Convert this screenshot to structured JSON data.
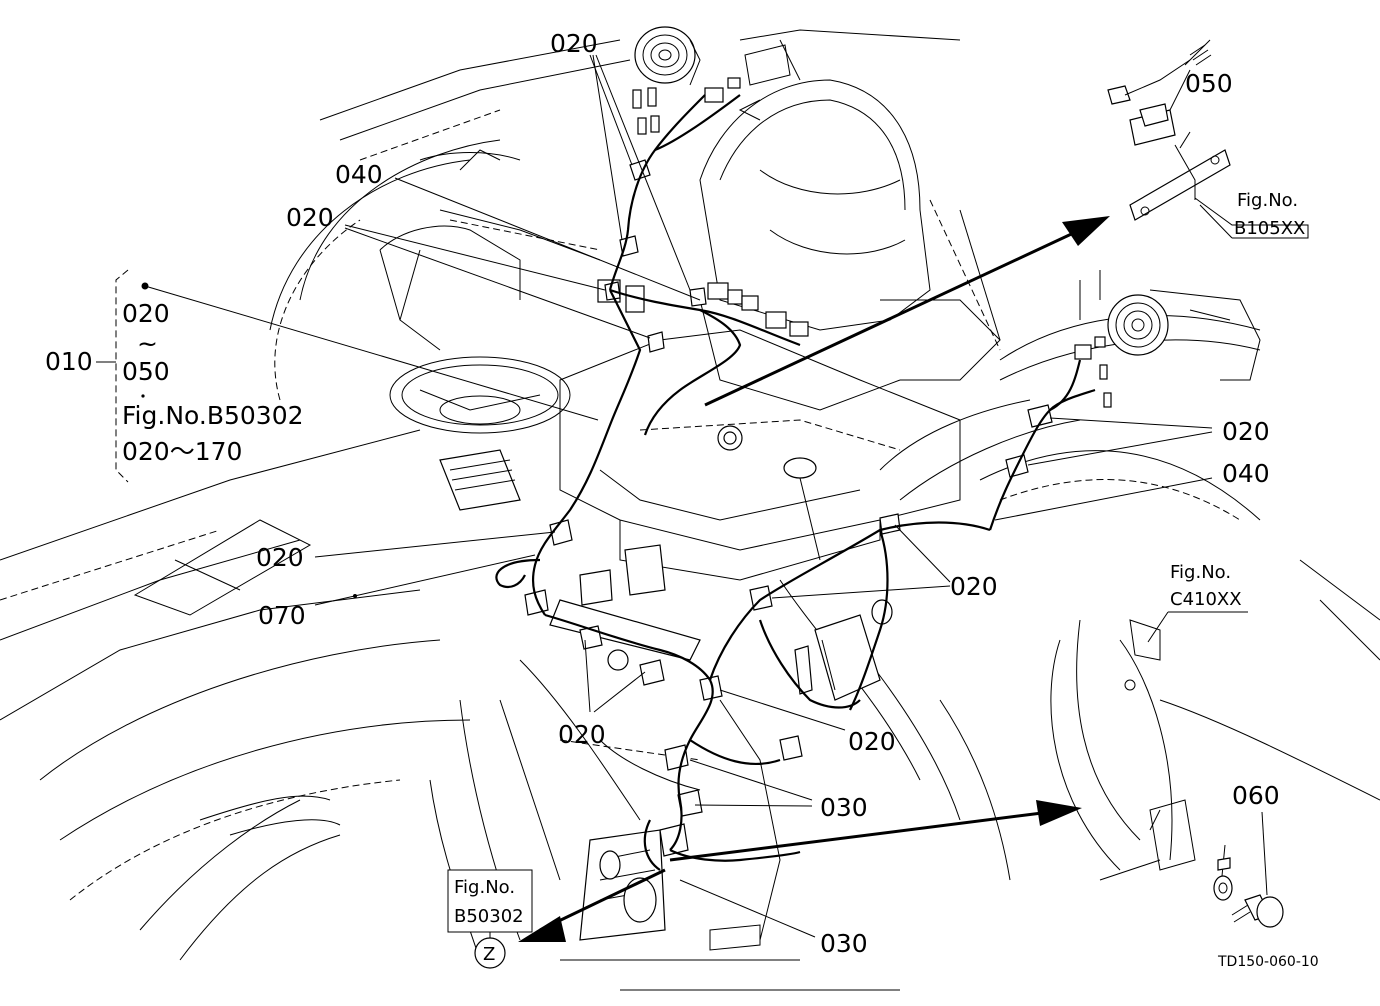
{
  "diagram": {
    "code": "TD150-060-10",
    "callouts": {
      "c020_top": "020",
      "c040_top": "040",
      "c020_left": "020",
      "c050_top": "050",
      "c020_right": "020",
      "c040_right": "040",
      "c020_mid": "020",
      "c070": "070",
      "c020_center": "020",
      "c020_bottom": "020",
      "c020_bottom_right": "020",
      "c030_mid": "030",
      "c030_bottom": "030",
      "c060": "060"
    },
    "bracket": {
      "main": "010",
      "line1": "020",
      "line2": "~",
      "line3": "050",
      "line4": "Fig.No.B50302",
      "line5": "020～170"
    },
    "refs": {
      "b105_a": "Fig.No.",
      "b105_b": "B105XX",
      "c410_a": "Fig.No.",
      "c410_b": "C410XX",
      "b503_a": "Fig.No.",
      "b503_b": "B50302",
      "z": "Z"
    }
  }
}
